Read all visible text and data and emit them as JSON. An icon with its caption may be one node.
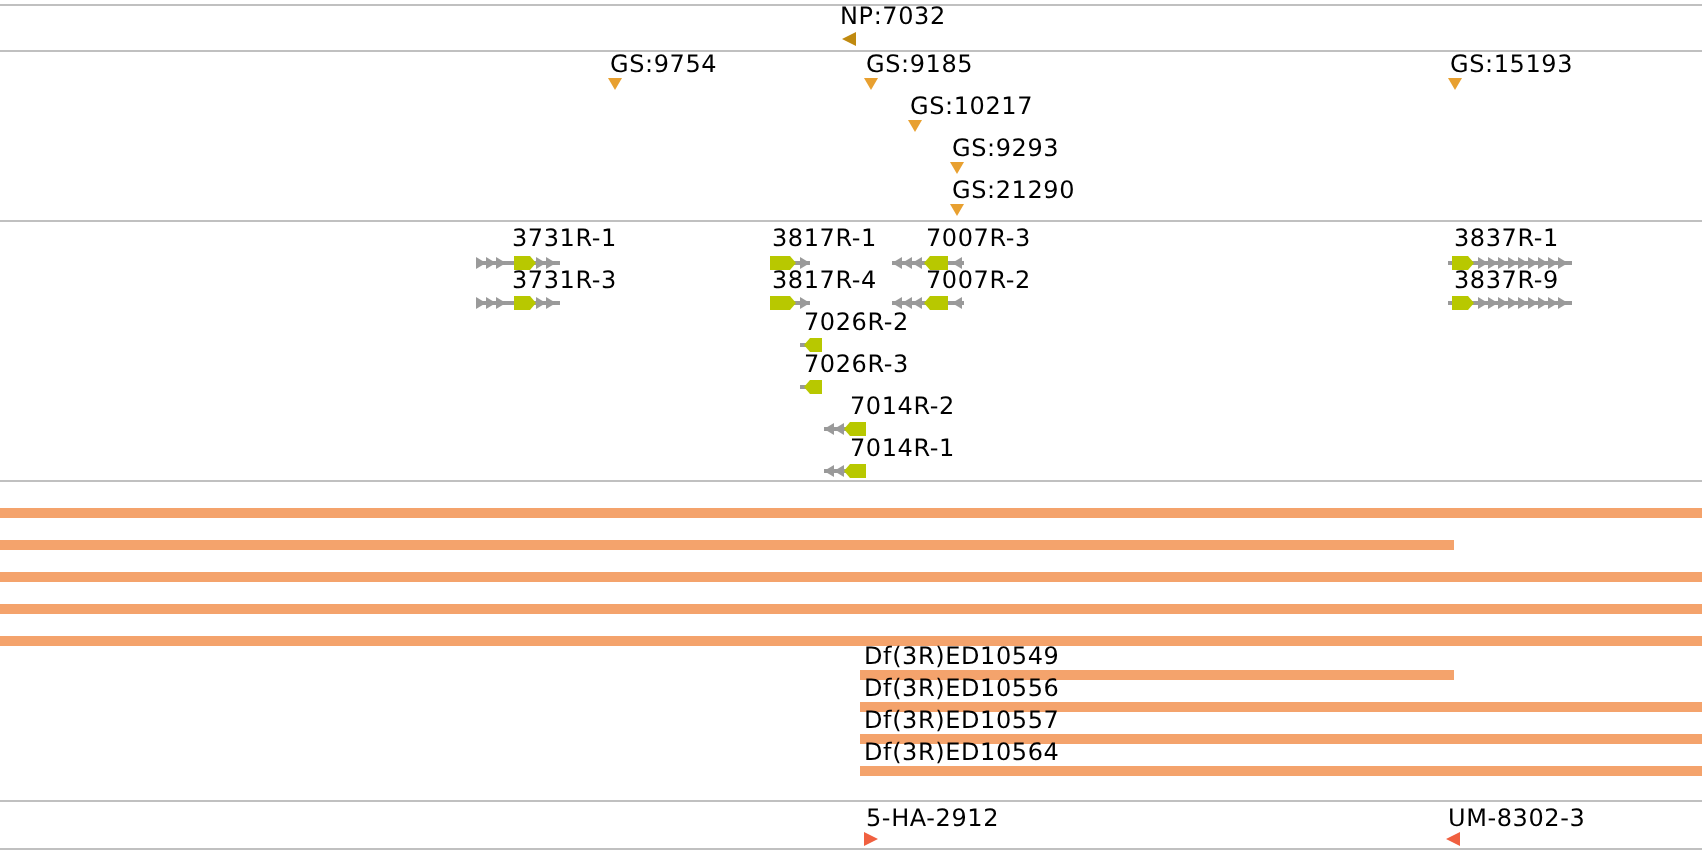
{
  "diagram": {
    "nodes": [
      {
        "text": [
          "NP:7032"
        ]
      },
      {
        "text": [
          "GS:9754"
        ]
      },
      {
        "text": [
          "GS:9185"
        ]
      },
      {
        "text": [
          "GS:10217"
        ]
      },
      {
        "text": [
          "GS:9293"
        ]
      },
      {
        "text": [
          "GS:21290"
        ]
      },
      {
        "text": [
          "GS:15193"
        ]
      },
      {
        "text": [
          "3731R-1"
        ]
      },
      {
        "text": [
          "3817R-1"
        ]
      },
      {
        "text": [
          "7007R-3"
        ]
      },
      {
        "text": [
          "3837R-1"
        ]
      },
      {
        "text": [
          "3731R-3"
        ]
      },
      {
        "text": [
          "3817R-4"
        ]
      },
      {
        "text": [
          "7007R-2"
        ]
      },
      {
        "text": [
          "3837R-9"
        ]
      },
      {
        "text": [
          "7026R-2"
        ]
      },
      {
        "text": [
          "7026R-3"
        ]
      },
      {
        "text": [
          "7014R-2"
        ]
      },
      {
        "text": [
          "7014R-1"
        ]
      },
      {
        "text": [],
        "shape": "bar"
      },
      {
        "text": [],
        "shape": "bar"
      },
      {
        "text": [],
        "shape": "bar"
      },
      {
        "text": [],
        "shape": "bar"
      },
      {
        "text": [],
        "shape": "bar"
      },
      {
        "text": [
          "Df(3R)ED10549"
        ]
      },
      {
        "text": [
          "Df(3R)ED10556"
        ]
      },
      {
        "text": [
          "Df(3R)ED10557"
        ]
      },
      {
        "text": [
          "Df(3R)ED10564"
        ]
      },
      {
        "text": [
          "5-HA-2912"
        ]
      },
      {
        "text": [
          "UM-8302-3"
        ]
      }
    ]
  }
}
